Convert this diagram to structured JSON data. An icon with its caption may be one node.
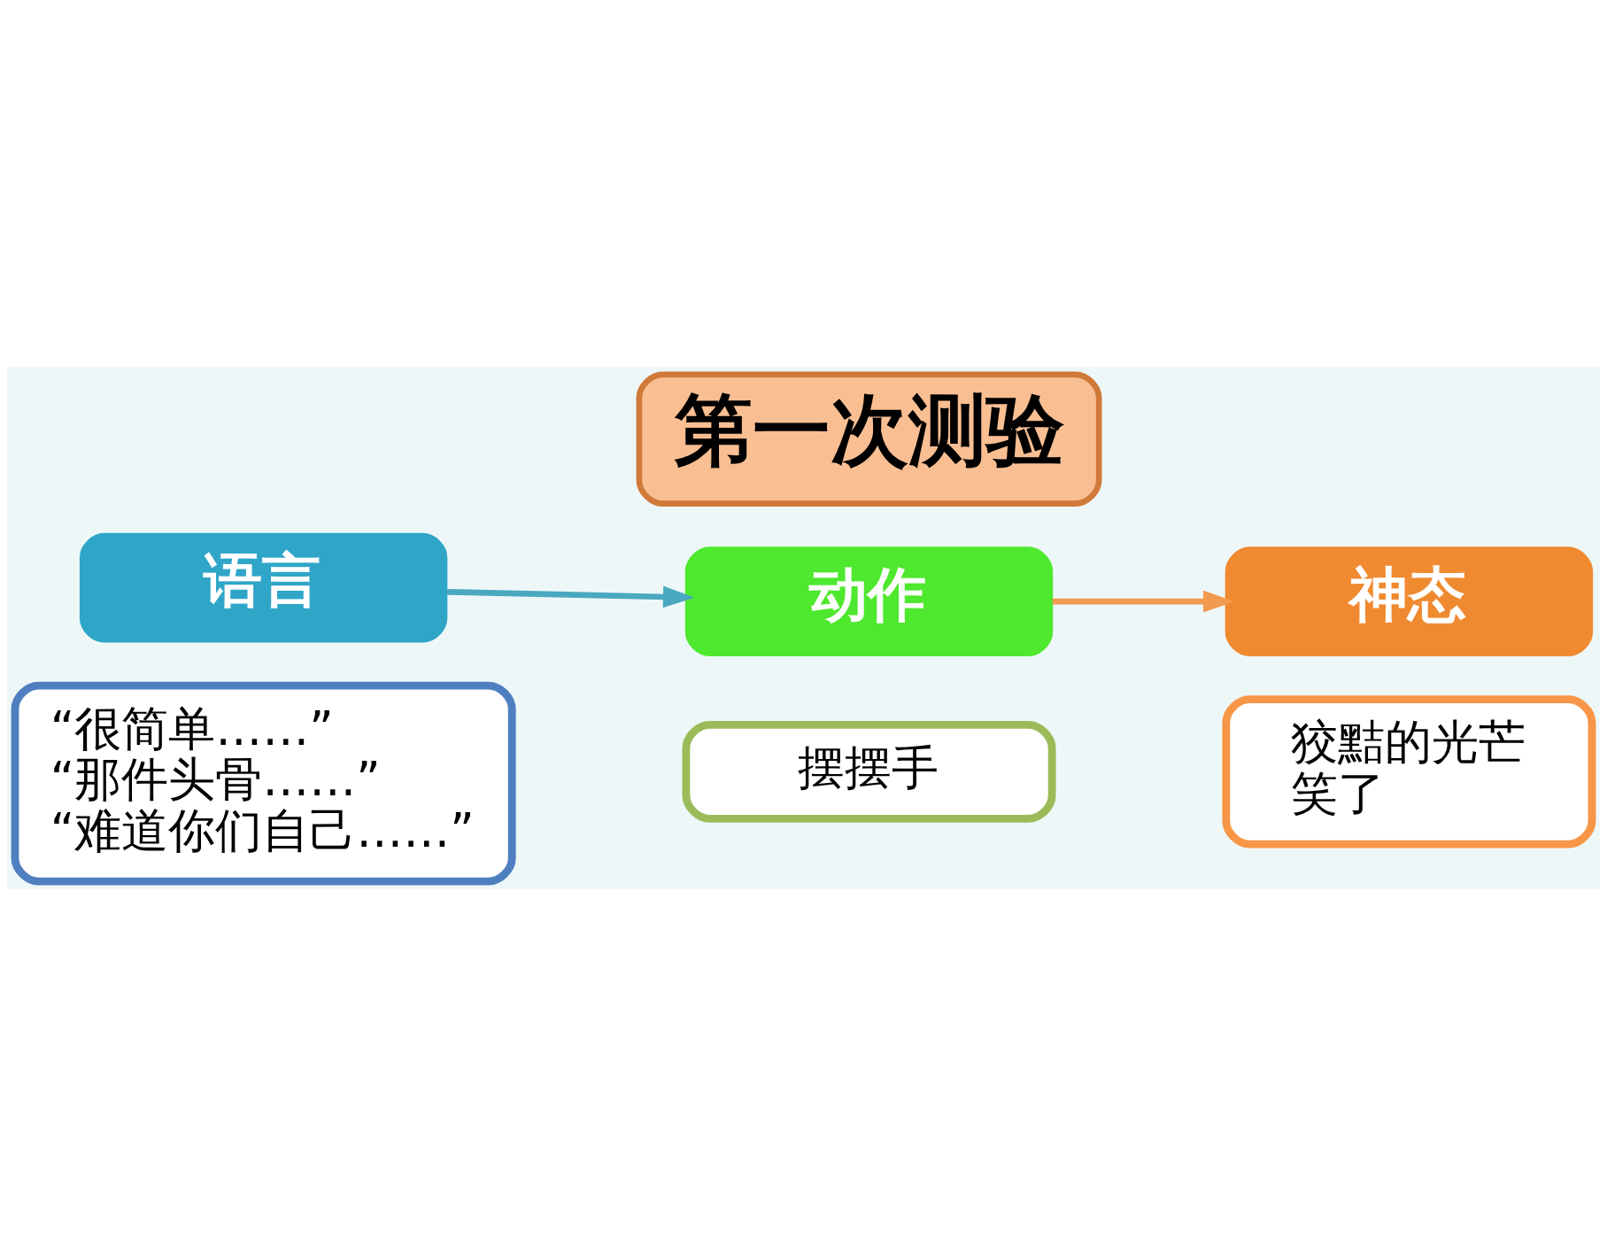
{
  "diagram": {
    "nodes": [
      {
        "text": [
          "第一次测验"
        ]
      },
      {
        "text": [
          "语言"
        ]
      },
      {
        "text": [
          "“很简单……”",
          "“那件头骨……”",
          "“难道你们自己……”"
        ]
      },
      {
        "text": [
          "动作"
        ]
      },
      {
        "text": [
          "摆摆手"
        ]
      },
      {
        "text": [
          "神态"
        ]
      },
      {
        "text": [
          "狡黠的光芒",
          "笑了"
        ]
      }
    ],
    "edges": [
      {
        "from": 1,
        "to": 3,
        "arrow": "to",
        "color": "#4aa8c0"
      },
      {
        "from": 3,
        "to": 5,
        "arrow": "to",
        "color": "#f29a50"
      }
    ]
  }
}
